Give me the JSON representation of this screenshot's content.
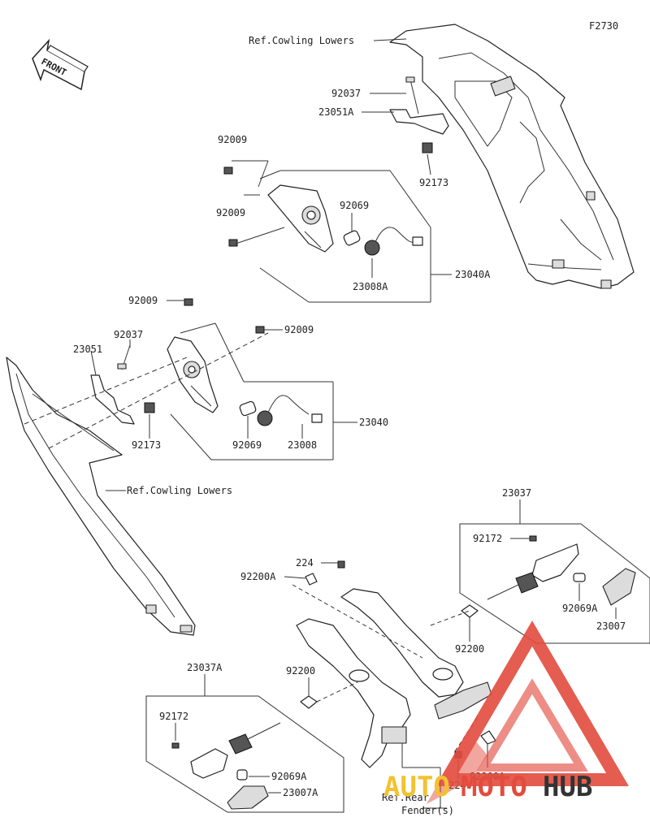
{
  "figure_code": "F2730",
  "front_label": "FRONT",
  "watermark": {
    "part1": "AUTO",
    "part2": "MOTO",
    "part3": "HUB"
  },
  "colors": {
    "watermark_red": "#e34b3e",
    "watermark_yellow": "#f2c230",
    "watermark_dark": "#333333",
    "line": "#222222"
  },
  "labels": {
    "ref_cowling_lowers_top": "Ref.Cowling Lowers",
    "ref_cowling_lowers_left": "Ref.Cowling Lowers",
    "ref_rear_fender_1": "Ref.Rear",
    "ref_rear_fender_2": "Fender(s)",
    "p92037_top": "92037",
    "p23051A": "23051A",
    "p92009_a": "92009",
    "p92173_top": "92173",
    "p92009_b": "92009",
    "p92069_top": "92069",
    "p23040A": "23040A",
    "p23008A": "23008A",
    "p92009_c": "92009",
    "p92009_d": "92009",
    "p92037_mid": "92037",
    "p23051": "23051",
    "p23040": "23040",
    "p92173_mid": "92173",
    "p92069_mid": "92069",
    "p23008": "23008",
    "p23037": "23037",
    "p92172_right": "92172",
    "p224_top": "224",
    "p92200A_top": "92200A",
    "p92069A_right": "92069A",
    "p23007": "23007",
    "p92200_right": "92200",
    "p23037A": "23037A",
    "p92200_left": "92200",
    "p92172_left": "92172",
    "p92069A_left": "92069A",
    "p23007A": "23007A",
    "p224_bottom": "224",
    "p92200A_bottom": "92200A"
  }
}
